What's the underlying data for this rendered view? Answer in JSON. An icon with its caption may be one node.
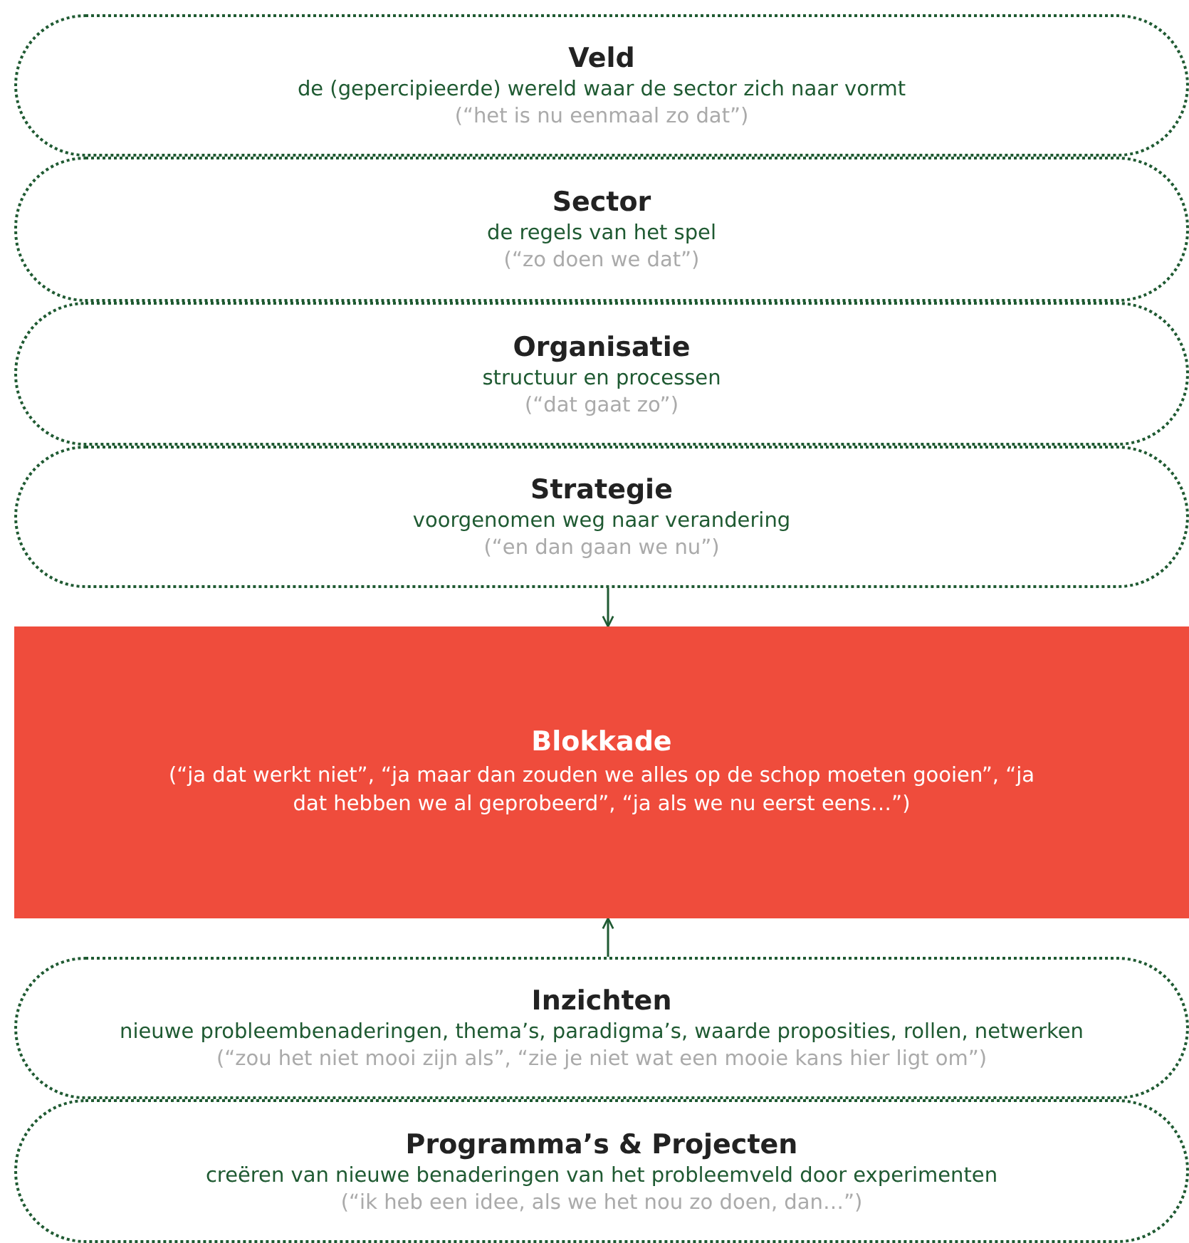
{
  "diagram": {
    "nodes": [
      {
        "text": [
          "Veld",
          "de (gepercipieerde) wereld waar de sector zich naar vormt",
          "(“het is nu eenmaal zo dat”)"
        ]
      },
      {
        "text": [
          "Sector",
          "de regels van het spel",
          "(“zo doen we dat”)"
        ]
      },
      {
        "text": [
          "Organisatie",
          "structuur en processen",
          "(“dat gaat zo”)"
        ]
      },
      {
        "text": [
          "Strategie",
          "voorgenomen weg naar verandering",
          "(“en dan gaan we nu”)"
        ]
      },
      {
        "text": [
          "Blokkade",
          "(“ja dat werkt niet”, “ja maar dan zouden we alles op de schop moeten gooien”, “ja dat hebben we al geprobeerd”, “ja als we nu eerst eens…”)"
        ]
      },
      {
        "text": [
          "Inzichten",
          "nieuwe probleembenaderingen, thema’s, paradigma’s, waarde proposities, rollen, netwerken",
          "(“zou het niet mooi zijn als”, “zie je niet wat een mooie kans hier ligt om”)"
        ]
      },
      {
        "text": [
          "Programma’s & Projecten",
          "creëren van nieuwe benaderingen van het probleemveld door experimenten",
          "(“ik heb een idee, als we het nou zo doen, dan…”)"
        ]
      }
    ],
    "edges": [
      {
        "from": 3,
        "to": 4,
        "arrow": "to"
      },
      {
        "from": 5,
        "to": 4,
        "arrow": "to"
      }
    ]
  }
}
